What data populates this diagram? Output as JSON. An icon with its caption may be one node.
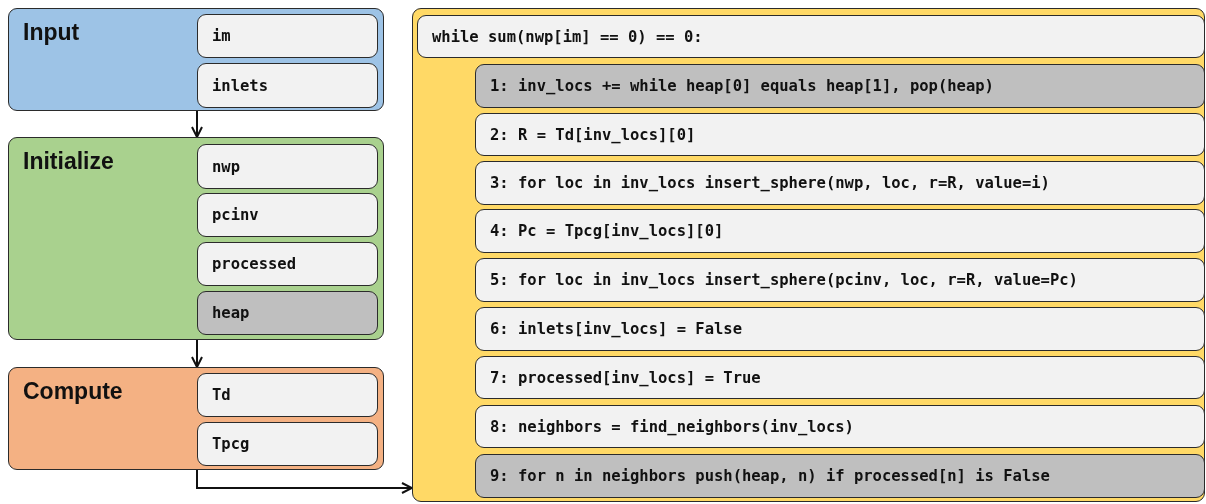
{
  "diagram": {
    "nodes": [
      {
        "text": [
          "Input"
        ]
      },
      {
        "text": [
          "im"
        ],
        "in": 0
      },
      {
        "text": [
          "inlets"
        ],
        "in": 0
      },
      {
        "text": [
          "Initialize"
        ]
      },
      {
        "text": [
          "nwp"
        ],
        "in": 3
      },
      {
        "text": [
          "pcinv"
        ],
        "in": 3
      },
      {
        "text": [
          "processed"
        ],
        "in": 3
      },
      {
        "text": [
          "heap"
        ],
        "in": 3
      },
      {
        "text": [
          "Compute"
        ]
      },
      {
        "text": [
          "Td"
        ],
        "in": 8
      },
      {
        "text": [
          "Tpcg"
        ],
        "in": 8
      },
      {
        "text": [],
        "shape": "box"
      },
      {
        "text": [
          "while sum(nwp[im] == 0) == 0:"
        ],
        "in": 11
      },
      {
        "text": [
          "1: inv_locs += while heap[0] equals heap[1], pop(heap)"
        ],
        "in": 11
      },
      {
        "text": [
          "2: R = Td[inv_locs][0]"
        ],
        "in": 11
      },
      {
        "text": [
          "3: for loc in inv_locs insert_sphere(nwp, loc, r=R, value=i)"
        ],
        "in": 11
      },
      {
        "text": [
          "4: Pc = Tpcg[inv_locs][0]"
        ],
        "in": 11
      },
      {
        "text": [
          "5: for loc in inv_locs insert_sphere(pcinv, loc, r=R, value=Pc)"
        ],
        "in": 11
      },
      {
        "text": [
          "6: inlets[inv_locs] = False"
        ],
        "in": 11
      },
      {
        "text": [
          "7: processed[inv_locs] = True"
        ],
        "in": 11
      },
      {
        "text": [
          "8: neighbors = find_neighbors(inv_locs)"
        ],
        "in": 11
      },
      {
        "text": [
          "9: for n in neighbors push(heap, n) if processed[n] is False"
        ],
        "in": 11
      }
    ],
    "edges": [
      {
        "from": 0,
        "to": 3,
        "arrow": "to"
      },
      {
        "from": 3,
        "to": 8,
        "arrow": "to"
      },
      {
        "from": 8,
        "to": 11,
        "arrow": "to"
      }
    ]
  }
}
